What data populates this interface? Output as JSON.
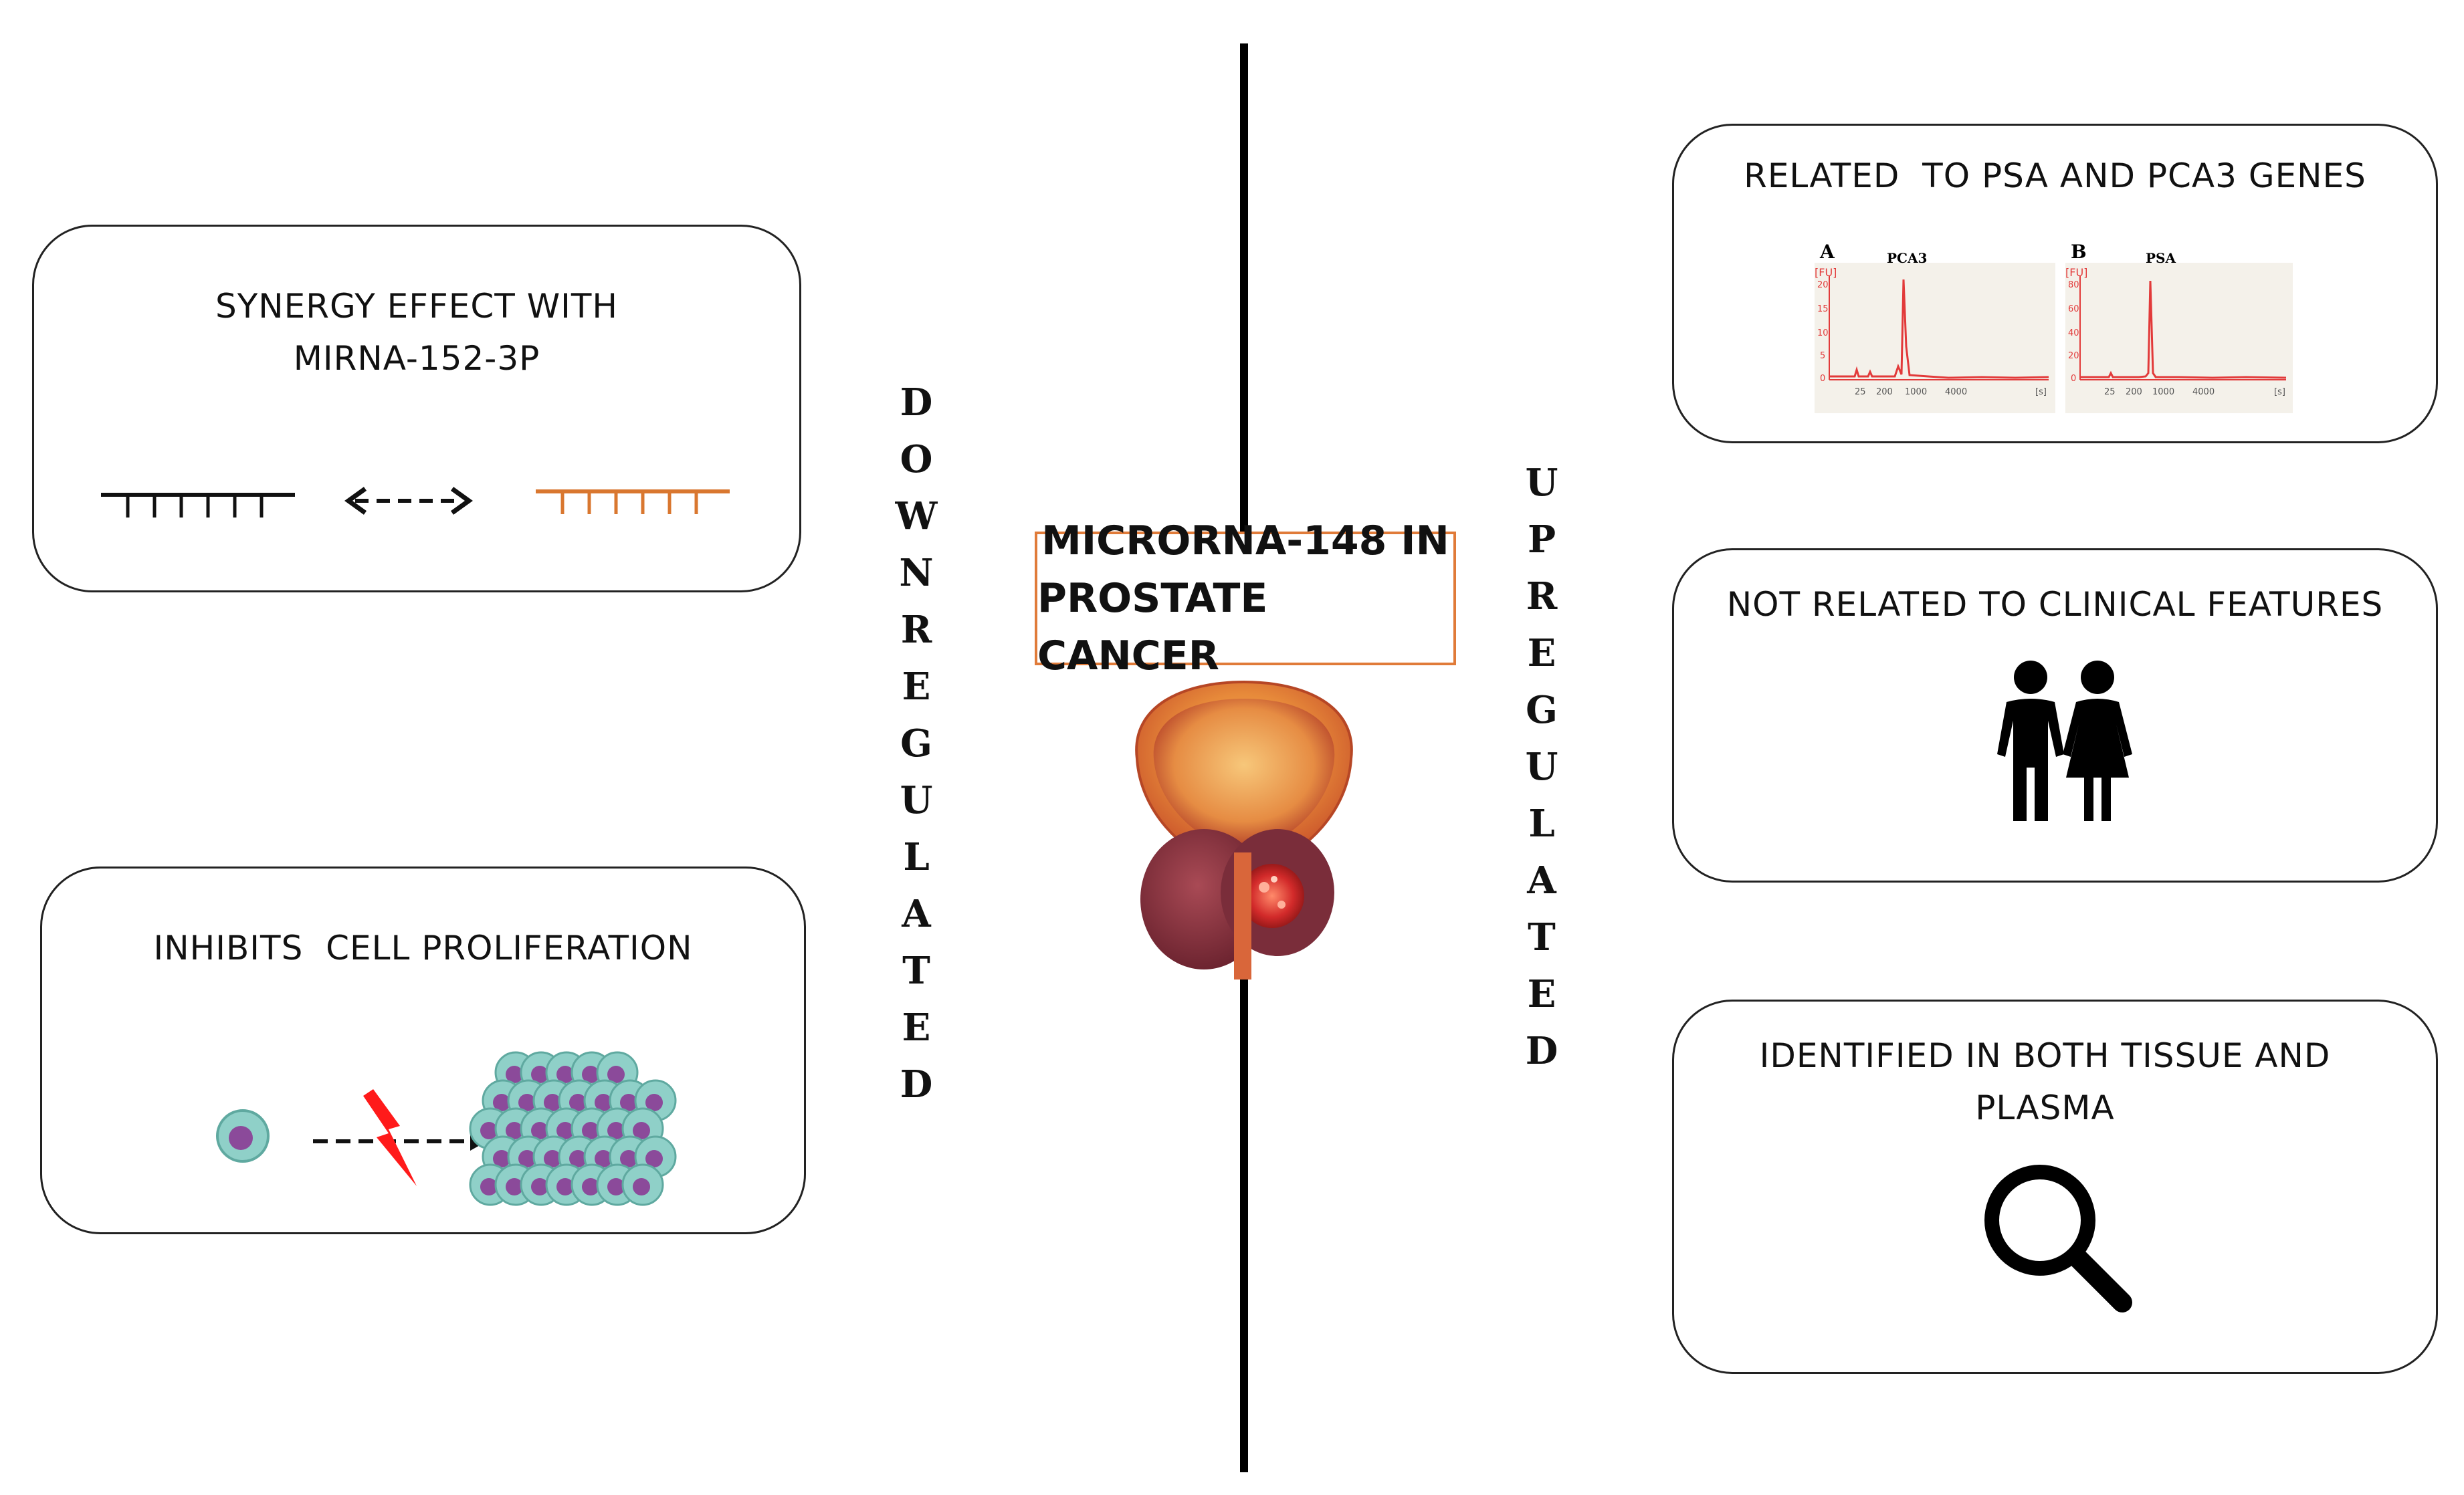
{
  "center": {
    "title_line1": "MICRORNA-148 IN",
    "title_line2": "PROSTATE CANCER",
    "prostate_image": "prostate-organ-illustration"
  },
  "labels": {
    "downregulated": [
      "D",
      "O",
      "W",
      "N",
      "R",
      "E",
      "G",
      "U",
      "L",
      "A",
      "T",
      "E",
      "D"
    ],
    "upregulated": [
      "U",
      "P",
      "R",
      "E",
      "G",
      "U",
      "L",
      "A",
      "T",
      "E",
      "D"
    ]
  },
  "left_boxes": {
    "synergy": {
      "line1": "SYNERGY EFFECT WITH",
      "line2": "MIRNA-152-3P",
      "icons": [
        "mirna-strand-black",
        "bidirectional-dashed-arrow",
        "mirna-strand-orange"
      ]
    },
    "proliferation": {
      "title": "INHIBITS  CELL PROLIFERATION",
      "icons": [
        "single-cell",
        "lightning-blocked-arrow",
        "cell-cluster"
      ]
    }
  },
  "right_boxes": {
    "psa": {
      "title": "RELATED  TO PSA AND PCA3 GENES",
      "plot_a": {
        "panel": "A",
        "peak_label": "PCA3",
        "unit": "[FU]",
        "x_unit": "[s]",
        "y_ticks": [
          "20",
          "15",
          "10",
          "5",
          "0"
        ],
        "x_ticks": [
          "25",
          "200",
          "1000",
          "4000"
        ]
      },
      "plot_b": {
        "panel": "B",
        "peak_label": "PSA",
        "unit": "[FU]",
        "x_unit": "[s]",
        "y_ticks": [
          "80",
          "60",
          "40",
          "20",
          "0"
        ],
        "x_ticks": [
          "25",
          "200",
          "1000",
          "4000"
        ]
      }
    },
    "clinical": {
      "title": "NOT RELATED TO CLINICAL FEATURES",
      "icon": "man-woman-icon"
    },
    "identified": {
      "line1": "IDENTIFIED IN BOTH TISSUE AND",
      "line2": "PLASMA",
      "icon": "magnifying-glass-icon"
    }
  },
  "colors": {
    "accent_orange": "#e07b39",
    "plot_red": "#e23a3a",
    "cell_teal": "#8fd0c8",
    "cell_purple": "#8b4a9a",
    "lightning_red": "#ff1a1a"
  }
}
